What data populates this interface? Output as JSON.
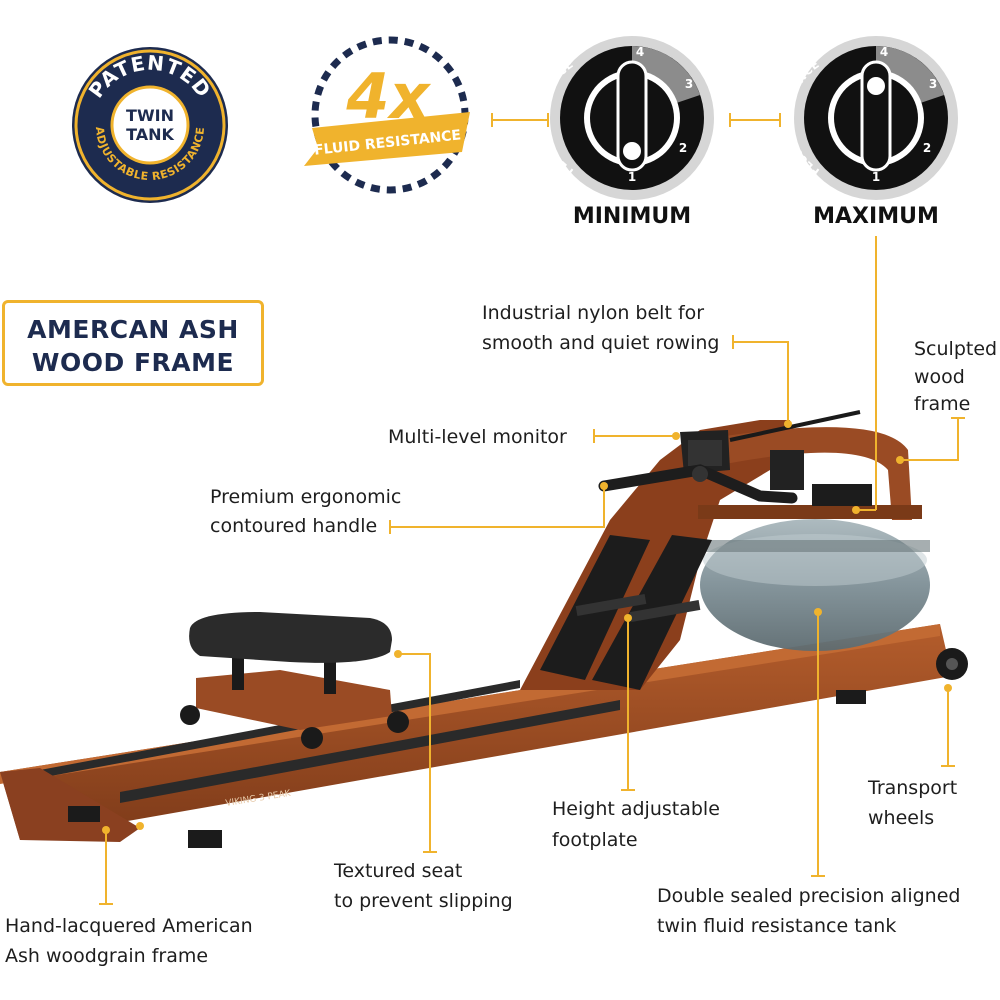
{
  "badge": {
    "top_text": "PATENTED",
    "center_line1": "TWIN",
    "center_line2": "TANK",
    "bottom_text": "ADJUSTABLE RESISTANCE"
  },
  "multiplier": {
    "value": "4x",
    "banner": "FLUID RESISTANCE"
  },
  "dials": [
    {
      "caption": "MINIMUM",
      "ring_text": "FLUID RESISTANCE",
      "ticks": [
        "1",
        "2",
        "3",
        "4"
      ]
    },
    {
      "caption": "MAXIMUM",
      "ring_text": "FLUID RESISTANCE",
      "ticks": [
        "1",
        "2",
        "3",
        "4"
      ]
    }
  ],
  "heading": {
    "line1": "AMERCAN ASH",
    "line2": "WOOD FRAME"
  },
  "model_plate": "VIKING 3 PEAK",
  "callouts": {
    "belt_line1": "Industrial nylon belt for",
    "belt_line2": "smooth and quiet rowing",
    "sculpted_line1": "Sculpted",
    "sculpted_line2": "wood",
    "sculpted_line3": "frame",
    "monitor": "Multi-level monitor",
    "handle_line1": "Premium ergonomic",
    "handle_line2": "contoured handle",
    "transport_line1": "Transport",
    "transport_line2": "wheels",
    "footplate_line1": "Height adjustable",
    "footplate_line2": "footplate",
    "seat_line1": "Textured seat",
    "seat_line2": "to prevent slipping",
    "tank_line1": "Double sealed precision aligned",
    "tank_line2": "twin fluid resistance  tank",
    "frame_line1": "Hand-lacquered American",
    "frame_line2": "Ash woodgrain frame"
  },
  "colors": {
    "accent": "#f0b32d",
    "navy": "#1d2b4f",
    "wood": "#9a4b24",
    "wood_dark": "#6e3117",
    "tank": "#8a9aa0"
  }
}
